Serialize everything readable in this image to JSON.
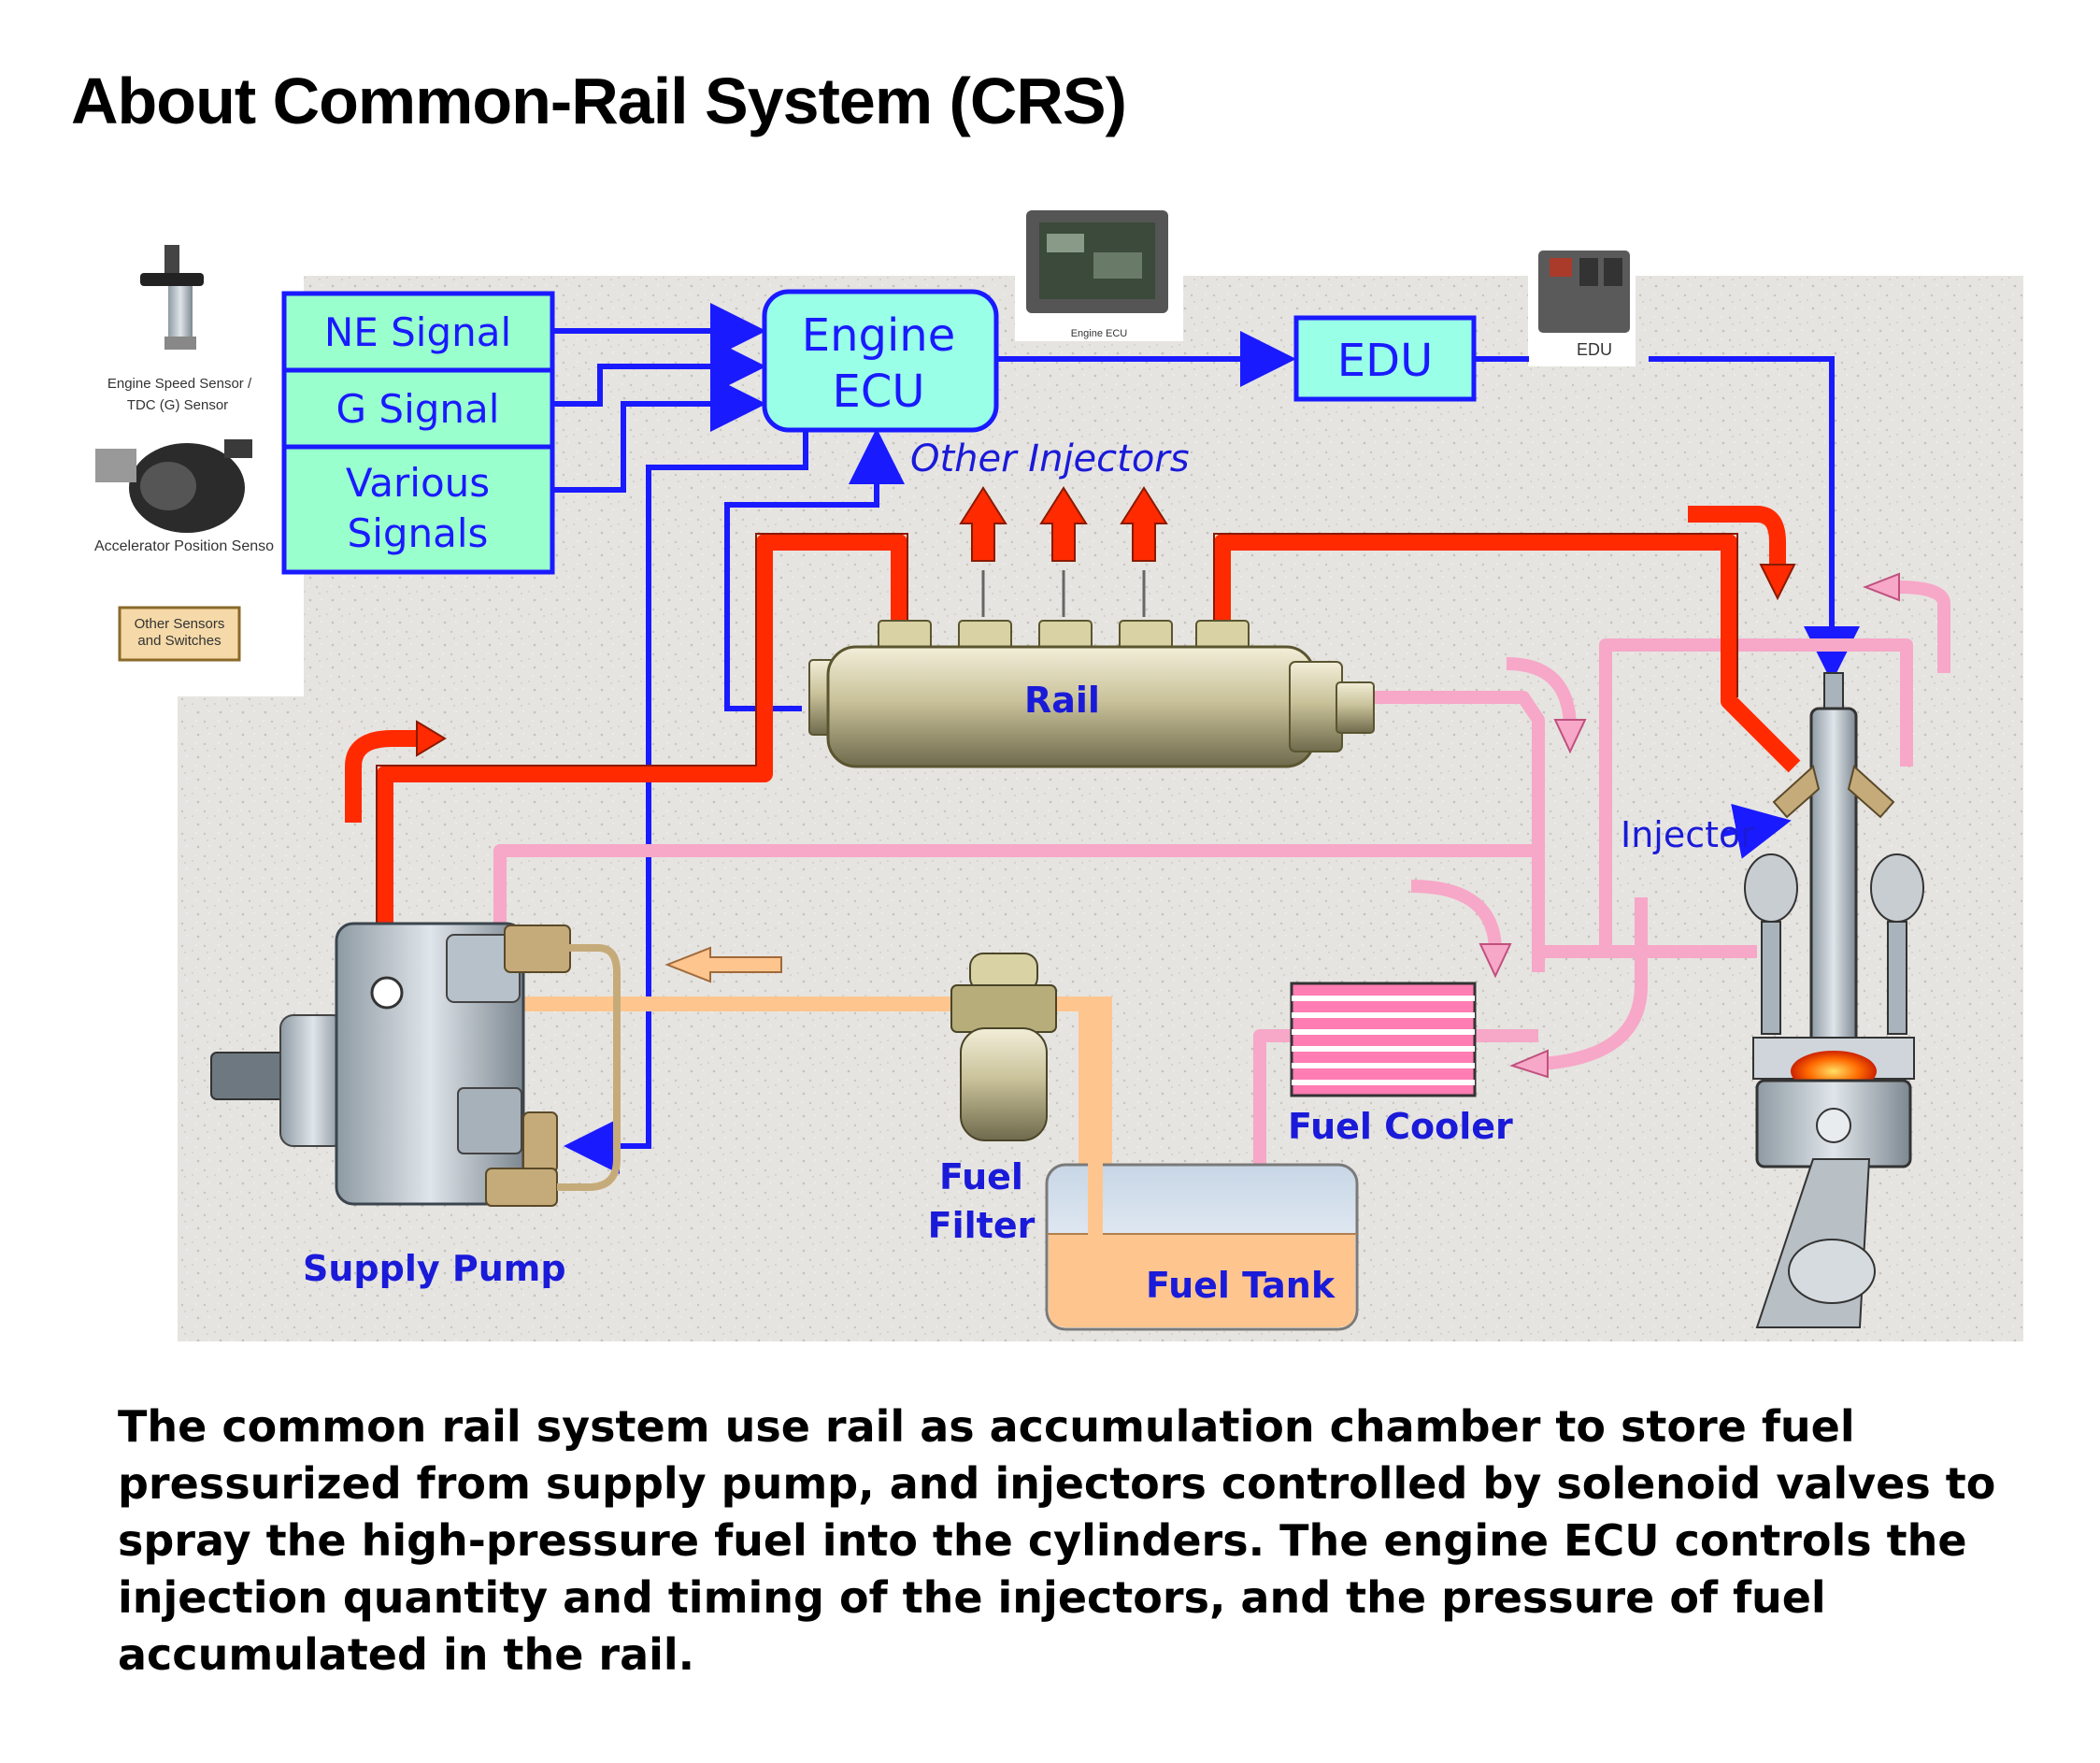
{
  "title": "About Common-Rail System (CRS)",
  "signals": {
    "ne": "NE Signal",
    "g": "G Signal",
    "various_line1": "Various",
    "various_line2": "Signals"
  },
  "engine_ecu": {
    "line1": "Engine",
    "line2": "ECU"
  },
  "edu": "EDU",
  "photo_captions": {
    "engine_speed_sensor_line1": "Engine Speed Sensor /",
    "engine_speed_sensor_line2": "TDC (G) Sensor",
    "accelerator_sensor": "Accelerator Position Senso",
    "other_sensors_line1": "Other Sensors",
    "other_sensors_line2": "and Switches",
    "engine_ecu_photo": "Engine ECU",
    "edu_photo": "EDU"
  },
  "components": {
    "other_injectors": "Other Injectors",
    "rail": "Rail",
    "injector": "Injector",
    "fuel_cooler": "Fuel Cooler",
    "supply_pump": "Supply Pump",
    "fuel_filter_line1": "Fuel",
    "fuel_filter_line2": "Filter",
    "fuel_tank": "Fuel Tank"
  },
  "colors": {
    "signal_blue": "#1a1aff",
    "signal_box_fill": "#99ffcc",
    "ecu_fill": "#99ffe6",
    "box_border": "#1a1aff",
    "high_pressure": "#ff2a00",
    "return_line": "#f7a7c7",
    "low_pressure": "#ffc58f",
    "label_blue": "#1a1ad9"
  },
  "description": "The common rail system use rail as accumulation chamber to store fuel pressurized from supply pump, and injectors controlled by solenoid valves to spray the high-pressure fuel into the cylinders. The engine ECU controls the injection quantity and timing of the injectors, and the pressure of fuel accumulated in the rail."
}
